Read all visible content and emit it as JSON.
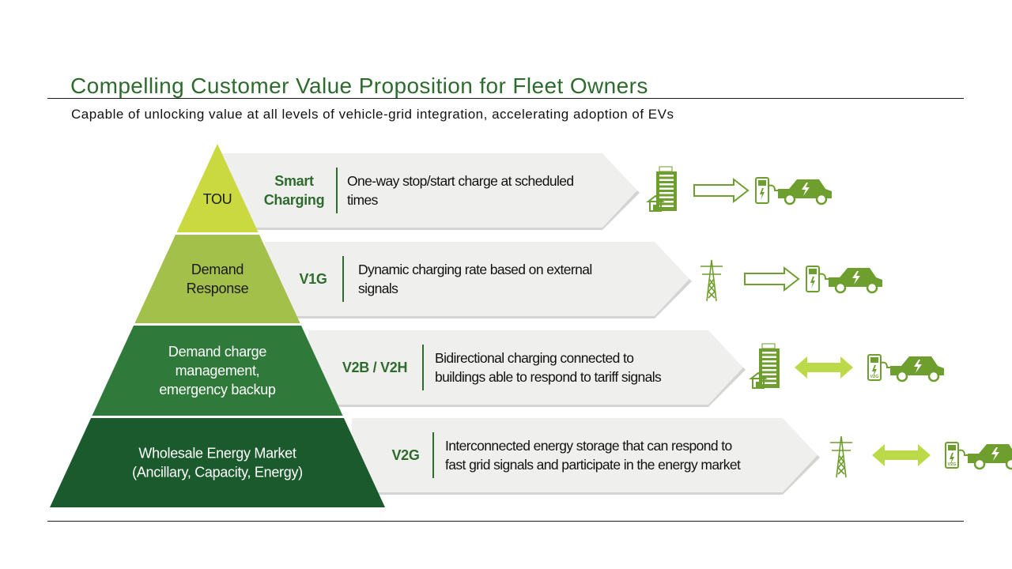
{
  "title": "Compelling Customer Value Proposition for Fleet Owners",
  "subtitle": "Capable of unlocking value at all levels of vehicle-grid integration,  accelerating adoption of EVs",
  "colors": {
    "title": "#2e6b2e",
    "tier_1": "#c9d93f",
    "tier_2": "#a3c04a",
    "tier_3": "#2f7a3a",
    "tier_4": "#1b5a2c",
    "label": "#2e6b2e",
    "arrow_bg": "#efefed",
    "icon": "#6e9e2e",
    "bidirectional_arrow": "#bcd94a"
  },
  "tiers": [
    {
      "pyramid_label": [
        "TOU"
      ],
      "level_label": [
        "Smart",
        "Charging"
      ],
      "description": [
        "One-way stop/start charge at scheduled",
        "times"
      ],
      "source_icon": "building-icon",
      "flow": "one-way",
      "charger_tag": ""
    },
    {
      "pyramid_label": [
        "Demand",
        "Response"
      ],
      "level_label": [
        "V1G"
      ],
      "description": [
        "Dynamic  charging  rate based on external",
        "signals"
      ],
      "source_icon": "power-tower-icon",
      "flow": "one-way",
      "charger_tag": ""
    },
    {
      "pyramid_label": [
        "Demand charge",
        "management,",
        "emergency backup"
      ],
      "level_label": [
        "V2B /  V2H"
      ],
      "description": [
        "Bidirectional charging  connected to",
        "buildings able to respond to tariff signals"
      ],
      "source_icon": "building-icon",
      "flow": "bidirectional",
      "charger_tag": "V2G"
    },
    {
      "pyramid_label": [
        "Wholesale Energy Market",
        "(Ancillary,  Capacity, Energy)"
      ],
      "level_label": [
        "V2G"
      ],
      "description": [
        "Interconnected energy storage that can respond to",
        "fast grid signals and participate in the energy  market"
      ],
      "source_icon": "power-tower-icon",
      "flow": "bidirectional",
      "charger_tag": "V2G"
    }
  ]
}
